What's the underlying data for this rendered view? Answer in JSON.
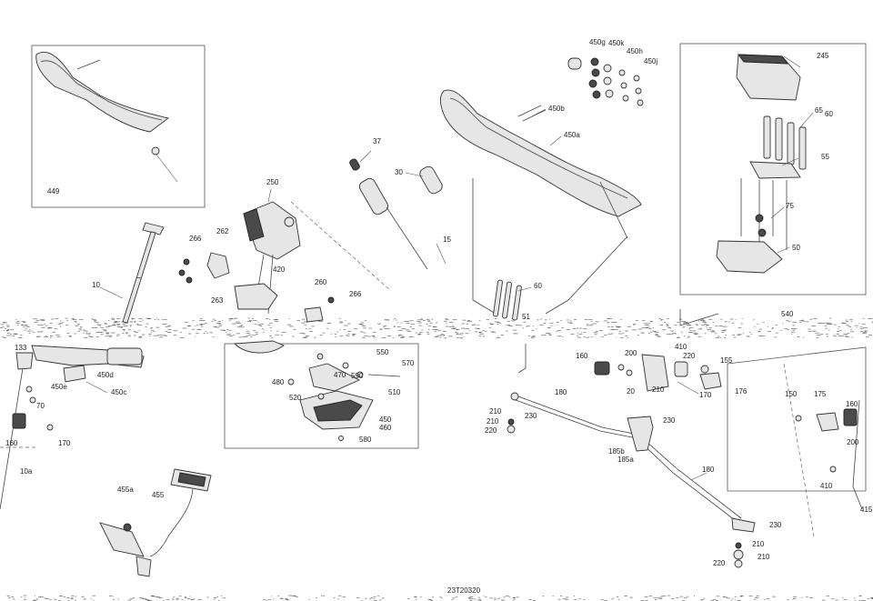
{
  "drawing_number": "23T20320",
  "callouts": {
    "c449": "449",
    "c450g": "450g",
    "c450k": "450k",
    "c450h": "450h",
    "c450j": "450j",
    "c245": "245",
    "c65": "65",
    "c60a": "60",
    "c55": "55",
    "c75": "75",
    "c50": "50",
    "c450b": "450b",
    "c450a": "450a",
    "c37": "37",
    "c30": "30",
    "c15": "15",
    "c250": "250",
    "c262": "262",
    "c266a": "266",
    "c420": "420",
    "c263": "263",
    "c260": "260",
    "c266b": "266",
    "c10": "10",
    "c60b": "60",
    "c51": "51",
    "c540": "540",
    "c133": "133",
    "c450d": "450d",
    "c450e": "450e",
    "c450c": "450c",
    "c70a": "70",
    "c160a": "160",
    "c170a": "170",
    "c10a": "10a",
    "c550": "550",
    "c570": "570",
    "c470": "470",
    "c590": "590",
    "c480": "480",
    "c510": "510",
    "c520": "520",
    "c450f": "450",
    "c460": "460",
    "c580": "580",
    "c160b": "160",
    "c200a": "200",
    "c410a": "410",
    "c220a": "220",
    "c155": "155",
    "c20": "20",
    "c210a": "210",
    "c170b": "170",
    "c176": "176",
    "c180a": "180",
    "c210b": "210",
    "c230a": "230",
    "c210c": "210",
    "c220b": "220",
    "c230b": "230",
    "c185b": "185b",
    "c185a": "185a",
    "c150": "150",
    "c175": "175",
    "c160c": "160",
    "c200b": "200",
    "c410b": "410",
    "c415": "415",
    "c180b": "180",
    "c230c": "230",
    "c210d": "210",
    "c210e": "210",
    "c220c": "220",
    "c455a": "455a",
    "c455": "455"
  },
  "colors": {
    "line": "#333333",
    "fill": "#e6e6e6",
    "dark": "#4a4a4a",
    "background": "#ffffff"
  }
}
